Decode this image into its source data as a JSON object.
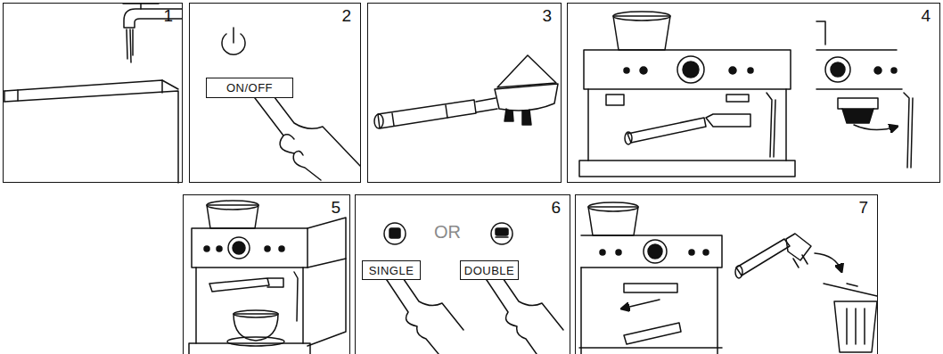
{
  "diagram": {
    "nodes": [
      {
        "text": [
          "1"
        ]
      },
      {
        "text": [
          "2"
        ]
      },
      {
        "text": [
          "ON/OFF"
        ],
        "in": 1
      },
      {
        "text": [
          "3"
        ]
      },
      {
        "text": [
          "4"
        ]
      },
      {
        "text": [
          "5"
        ]
      },
      {
        "text": [
          "6",
          "OR"
        ]
      },
      {
        "text": [
          "SINGLE"
        ],
        "in": 6
      },
      {
        "text": [
          "DOUBLE"
        ],
        "in": 6
      },
      {
        "text": [
          "7"
        ]
      }
    ],
    "edges": []
  }
}
